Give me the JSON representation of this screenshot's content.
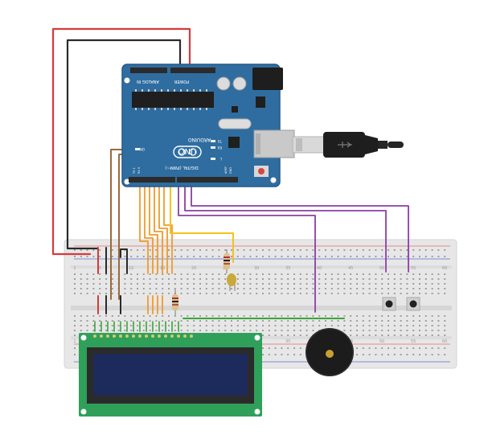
{
  "arduino": {
    "brand": "ARDUINO",
    "model": "UNO",
    "header_analog": "ANALOG IN",
    "header_power": "POWER",
    "header_digital": "DIGITAL (PWM~)",
    "led_l": "L",
    "led_tx": "TX",
    "led_rx": "RX",
    "led_on": "ON",
    "pin_aref": "AREF",
    "pin_gnd": "GND",
    "pin_tx": "TX 1",
    "pin_rx": "RX 0"
  },
  "breadboard": {
    "column_labels": [
      "1",
      "5",
      "10",
      "15",
      "20",
      "25",
      "30",
      "35",
      "40",
      "45",
      "50",
      "55",
      "60"
    ]
  },
  "colors": {
    "board": "#2f6da0",
    "breadboard": "#e7e7e7",
    "wire_red": "#d63a3a",
    "wire_black": "#2a2a2a",
    "wire_brown": "#9a6a3c",
    "wire_orange": "#f09a2a",
    "wire_yellow": "#f5c21b",
    "wire_purple": "#8a3fa3",
    "wire_green": "#3aa63a",
    "lcd_pcb": "#2ea05a",
    "lcd_screen": "#1d2b5c"
  }
}
